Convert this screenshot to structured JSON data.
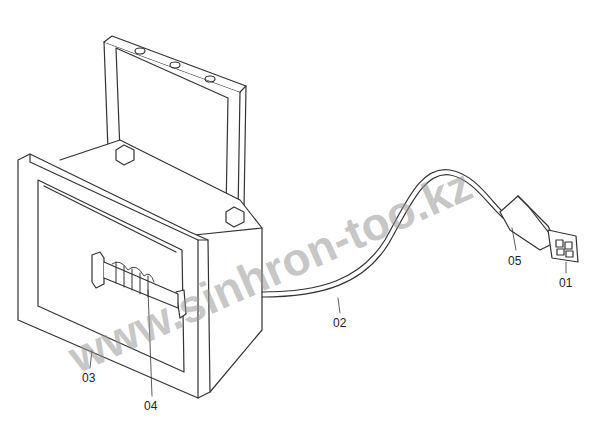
{
  "diagram": {
    "labels": [
      "05",
      "01",
      "02",
      "03",
      "04",
      "www.sinhron-too.kz"
    ]
  }
}
